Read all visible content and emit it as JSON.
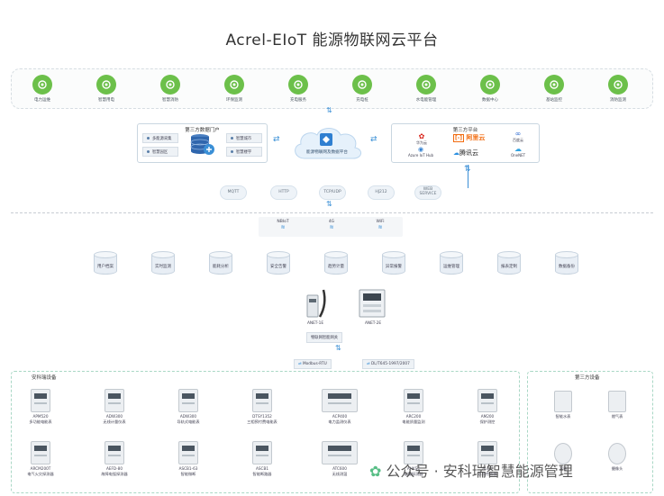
{
  "title": "Acrel-EIoT 能源物联网云平台",
  "apps": [
    {
      "label": "电力运维",
      "icon": "power-ops-icon"
    },
    {
      "label": "智慧用电",
      "icon": "smart-power-icon"
    },
    {
      "label": "智慧消防",
      "icon": "fire-icon"
    },
    {
      "label": "环保监测",
      "icon": "env-icon"
    },
    {
      "label": "充电服务",
      "icon": "charging-icon"
    },
    {
      "label": "充电桩",
      "icon": "charger-icon"
    },
    {
      "label": "水电能管理",
      "icon": "water-power-icon"
    },
    {
      "label": "数据中心",
      "icon": "data-center-icon"
    },
    {
      "label": "基站监控",
      "icon": "base-station-icon"
    },
    {
      "label": "消防监测",
      "icon": "fire-monitor-icon"
    }
  ],
  "third_party_gateway": {
    "title": "第三方数据门户",
    "left_items": [
      "多能源采集",
      "智慧园区"
    ],
    "right_items": [
      "智慧城市",
      "智慧楼宇"
    ]
  },
  "cloud_label": "能源物联网及数据平台",
  "third_party_platform": {
    "title": "第三方平台",
    "vendors": [
      "华为云",
      "阿里云",
      "Azure IoT Hub",
      "腾讯云",
      "百度云",
      "OneNET"
    ]
  },
  "protocols": [
    "MQTT",
    "HTTP",
    "TCP/UDP",
    "HJ212",
    "WEB SERVICE"
  ],
  "networks": [
    "NBIoT",
    "4G",
    "WiFi"
  ],
  "functions": [
    "用户档案",
    "实时监测",
    "能耗分析",
    "安全告警",
    "趋势计量",
    "异常报警",
    "运维管理",
    "报表定制",
    "数据备份"
  ],
  "gateways": [
    {
      "name": "ANET-1E",
      "icon": "gateway-antenna-icon"
    },
    {
      "name": "ANET-2E",
      "icon": "gateway-box-icon"
    }
  ],
  "gateway_caption": "物联网智能网关",
  "bus_protocols": [
    "Modbus-RTU",
    "DL/T645-1997/2007"
  ],
  "acrel_devices": {
    "title": "安科瑞设备",
    "items": [
      {
        "name": "APM520",
        "desc": "多功能电能表",
        "icon": "meter-icon"
      },
      {
        "name": "ADW300",
        "desc": "无线计量仪表",
        "icon": "wireless-meter-icon"
      },
      {
        "name": "ADW300",
        "desc": "导轨式电能表",
        "icon": "din-meter-icon"
      },
      {
        "name": "DTSY1352",
        "desc": "三相预付费电能表",
        "icon": "prepaid-meter-icon"
      },
      {
        "name": "ACP400",
        "desc": "电力监测仪表",
        "icon": "monitor-icon"
      },
      {
        "name": "ARC200",
        "desc": "电能质量监测",
        "icon": "quality-icon"
      },
      {
        "name": "AM200",
        "desc": "保护测控",
        "icon": "protection-icon"
      },
      {
        "name": "ARCM200T",
        "desc": "电气火灾探测器",
        "icon": "fire-detector-icon"
      },
      {
        "name": "AEFD-80",
        "desc": "故障电弧探测器",
        "icon": "arc-detector-icon"
      },
      {
        "name": "ASCB1-63",
        "desc": "智能微断",
        "icon": "breaker-icon"
      },
      {
        "name": "ASCB1",
        "desc": "智能断路器",
        "icon": "breaker2-icon"
      },
      {
        "name": "ATC600",
        "desc": "无线测温",
        "icon": "temp-icon"
      },
      {
        "name": "AHKSC",
        "desc": "烟雾探测器",
        "icon": "smoke-icon"
      },
      {
        "name": "ALGU",
        "desc": "水浸传感器",
        "icon": "water-sensor-icon"
      }
    ]
  },
  "third_party_devices": {
    "title": "第三方设备",
    "items": [
      {
        "name": "智能水表",
        "icon": "water-meter-icon"
      },
      {
        "name": "燃气表",
        "icon": "gas-meter-icon"
      },
      {
        "name": "温感",
        "icon": "temp-sensor-icon"
      },
      {
        "name": "摄像头",
        "icon": "camera-icon"
      }
    ]
  },
  "watermark": "公众号 · 安科瑞智慧能源管理"
}
